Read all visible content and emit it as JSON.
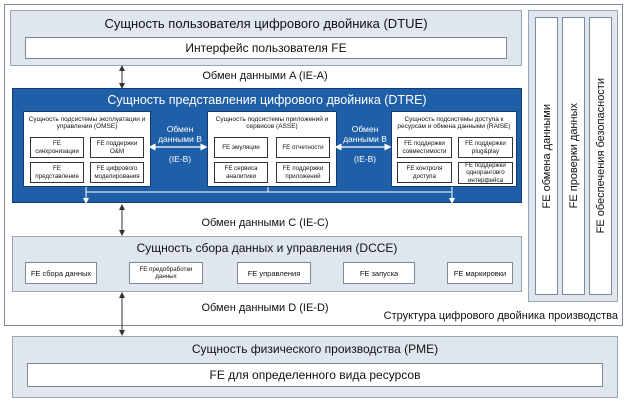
{
  "dtue": {
    "title": "Сущность пользователя цифрового двойника (DTUE)",
    "fe": "Интерфейс пользователя FE"
  },
  "exchange_a": "Обмен данными A (IE-A)",
  "dtre": {
    "title": "Сущность представления цифрового двойника (DTRE)",
    "omse": {
      "title": "Сущность подсистемы эксплуатации и управления (OMSE)",
      "cells": [
        "FE синхронизации",
        "FE поддержки O&M",
        "FE представления",
        "FE цифрового моделирования"
      ]
    },
    "asse": {
      "title": "Сущность подсистемы приложений и сервисов (ASSE)",
      "cells": [
        "FE эмуляции",
        "FE отчетности",
        "FE сервиса аналитики",
        "FE поддержки приложений"
      ]
    },
    "raise": {
      "title": "Сущность подсистемы доступа к ресурсам и обмена данными (RAISE)",
      "cells": [
        "FE поддержки совместимости",
        "FE поддержки plug&play",
        "FE контроля доступа",
        "FE поддержки одноранговго интерфейса"
      ]
    },
    "exchange_b1": {
      "line1": "Обмен",
      "line2": "данными B",
      "line3": "(IE-B)"
    },
    "exchange_b2": {
      "line1": "Обмен",
      "line2": "данными B",
      "line3": "(IE-B)"
    }
  },
  "exchange_c": "Обмен данными C (IE-C)",
  "dcce": {
    "title": "Сущность сбора данных и управления (DCCE)",
    "cells": [
      "FE сбора данных",
      "FE предобработки данных",
      "FE управления",
      "FE запуска",
      "FE маркировки"
    ]
  },
  "exchange_d": "Обмен данными D (IE-D)",
  "structure_label": "Структура цифрового двойника производства",
  "pme": {
    "title": "Сущность физического производства (PME)",
    "fe": "FE для определенного вида ресурсов"
  },
  "side": [
    "FE обмена данными",
    "FE проверки данных",
    "FE обеспечения безопасности"
  ]
}
